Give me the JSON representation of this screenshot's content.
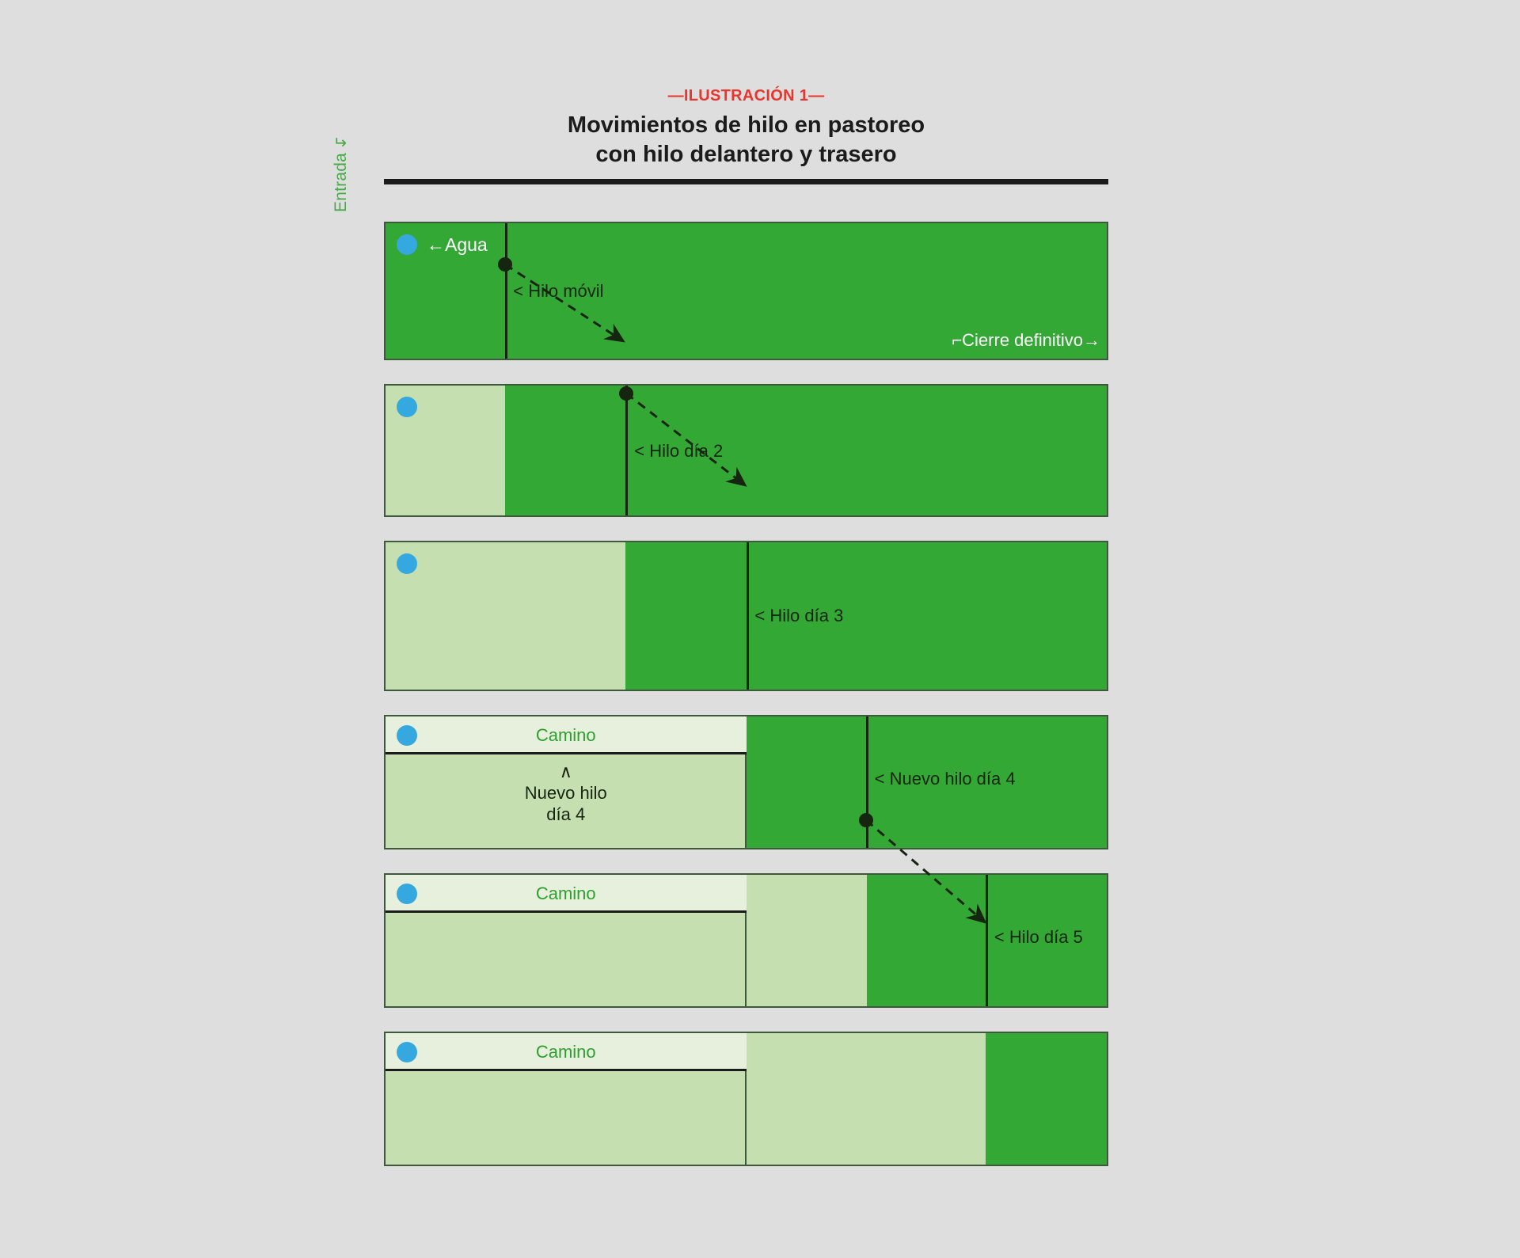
{
  "header": {
    "kicker": "—ILUSTRACIÓN 1—",
    "title_line1": "Movimientos de hilo en pastoreo",
    "title_line2": "con hilo delantero y trasero"
  },
  "side_label": {
    "text": "Entrada"
  },
  "colors": {
    "background": "#dedede",
    "paddock_ungrazed": "#34a835",
    "paddock_grazed": "#c5dfb0",
    "lane_pale": "#e6f0dc",
    "water_point": "#35a8e0",
    "accent_red": "#e8352e",
    "label_green": "#2fa02f",
    "wire_black": "#16250f"
  },
  "legend_icons": {
    "water": "water-dot-icon",
    "entry_arrow": "entry-arrow-icon",
    "move_arrow": "dashed-move-arrow-icon"
  },
  "rows": [
    {
      "id": "day-1",
      "water_label": "←Agua",
      "wire_label": "< Hilo móvil",
      "closing_label": "⌐Cierre definitivo→",
      "camino": null,
      "segments": [
        {
          "state": "ungrazed",
          "width_pct": 16.6
        },
        {
          "state": "ungrazed",
          "width_pct": 83.4
        }
      ]
    },
    {
      "id": "day-2",
      "wire_label": "< Hilo día 2",
      "camino": null,
      "segments": [
        {
          "state": "grazed",
          "width_pct": 16.6
        },
        {
          "state": "ungrazed",
          "width_pct": 16.7
        },
        {
          "state": "ungrazed",
          "width_pct": 66.7
        }
      ]
    },
    {
      "id": "day-3",
      "wire_label": "< Hilo día 3",
      "camino": null,
      "segments": [
        {
          "state": "grazed",
          "width_pct": 33.3
        },
        {
          "state": "ungrazed",
          "width_pct": 16.7
        },
        {
          "state": "ungrazed",
          "width_pct": 50.0
        }
      ]
    },
    {
      "id": "day-4",
      "camino": "Camino",
      "new_wire_caret": "∧",
      "new_wire_line1": "Nuevo hilo",
      "new_wire_line2": "día 4",
      "wire_label": "< Nuevo hilo día 4",
      "segments": [
        {
          "state": "lane",
          "width_pct": 50.0
        },
        {
          "state": "ungrazed",
          "width_pct": 16.7
        },
        {
          "state": "ungrazed",
          "width_pct": 33.3
        }
      ]
    },
    {
      "id": "day-5",
      "camino": "Camino",
      "wire_label": "< Hilo día 5",
      "segments": [
        {
          "state": "lane",
          "width_pct": 50.0
        },
        {
          "state": "grazed",
          "width_pct": 16.7
        },
        {
          "state": "ungrazed",
          "width_pct": 16.7
        },
        {
          "state": "ungrazed",
          "width_pct": 16.6
        }
      ]
    },
    {
      "id": "day-6",
      "camino": "Camino",
      "wire_label": "",
      "segments": [
        {
          "state": "lane",
          "width_pct": 50.0
        },
        {
          "state": "grazed",
          "width_pct": 33.3
        },
        {
          "state": "ungrazed",
          "width_pct": 16.7
        }
      ]
    }
  ]
}
